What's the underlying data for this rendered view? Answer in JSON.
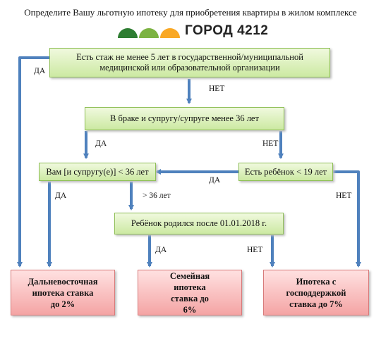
{
  "header": {
    "title": "Определите Вашу льготную ипотеку для приобретения квартиры в жилом комплексе",
    "logo_text": "ГОРОД 4212",
    "logo_colors": [
      "#2e7d32",
      "#7cb342",
      "#f9a825"
    ]
  },
  "nodes": {
    "q_experience": "Есть стаж не менее 5 лет в государственной/муниципальной медицинской или образовательной организации",
    "q_married": "В браке и супругу/супруге менее 36 лет",
    "q_age": "Вам [и супругу(е)] < 36 лет",
    "q_child19": "Есть ребёнок < 19 лет",
    "q_child2018": "Ребёнок родился после 01.01.2018 г.",
    "r_far_east": "Дальневосточная ипотека ставка до 2%",
    "r_family": "Семейная ипотека ставка до 6%",
    "r_state": "Ипотека с господдержкой ставка до 7%"
  },
  "edge_labels": {
    "exp_yes": "ДА",
    "exp_no": "НЕТ",
    "married_yes": "ДА",
    "married_no": "НЕТ",
    "child19_yes": "ДА",
    "child19_no": "НЕТ",
    "age_yes": "ДА",
    "age_over": "> 36  лет",
    "child2018_yes": "ДА",
    "child2018_no": "НЕТ"
  },
  "colors": {
    "arrow": "#4f81bd",
    "decision_fill": "#d8efb8",
    "result_fill": "#f7b3b3"
  }
}
